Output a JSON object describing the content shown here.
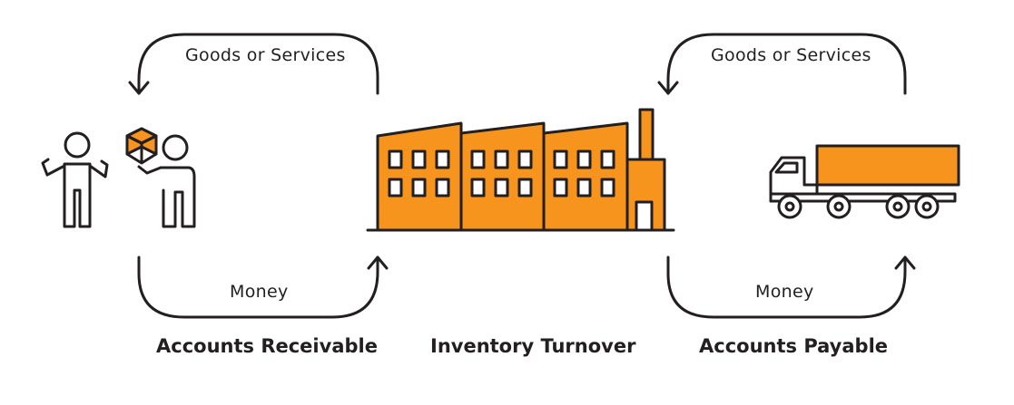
{
  "colors": {
    "accent": "#f7941d",
    "line": "#231f20",
    "background": "#ffffff"
  },
  "labels": {
    "left_goods": "Goods or Services",
    "right_goods": "Goods or Services",
    "left_money": "Money",
    "right_money": "Money",
    "accounts_receivable": "Accounts Receivable",
    "inventory_turnover": "Inventory Turnover",
    "accounts_payable": "Accounts Payable"
  },
  "icons": {
    "customer": "customer-icon",
    "box": "box-icon",
    "seller": "seller-icon",
    "factory": "factory-icon",
    "truck": "truck-icon"
  }
}
